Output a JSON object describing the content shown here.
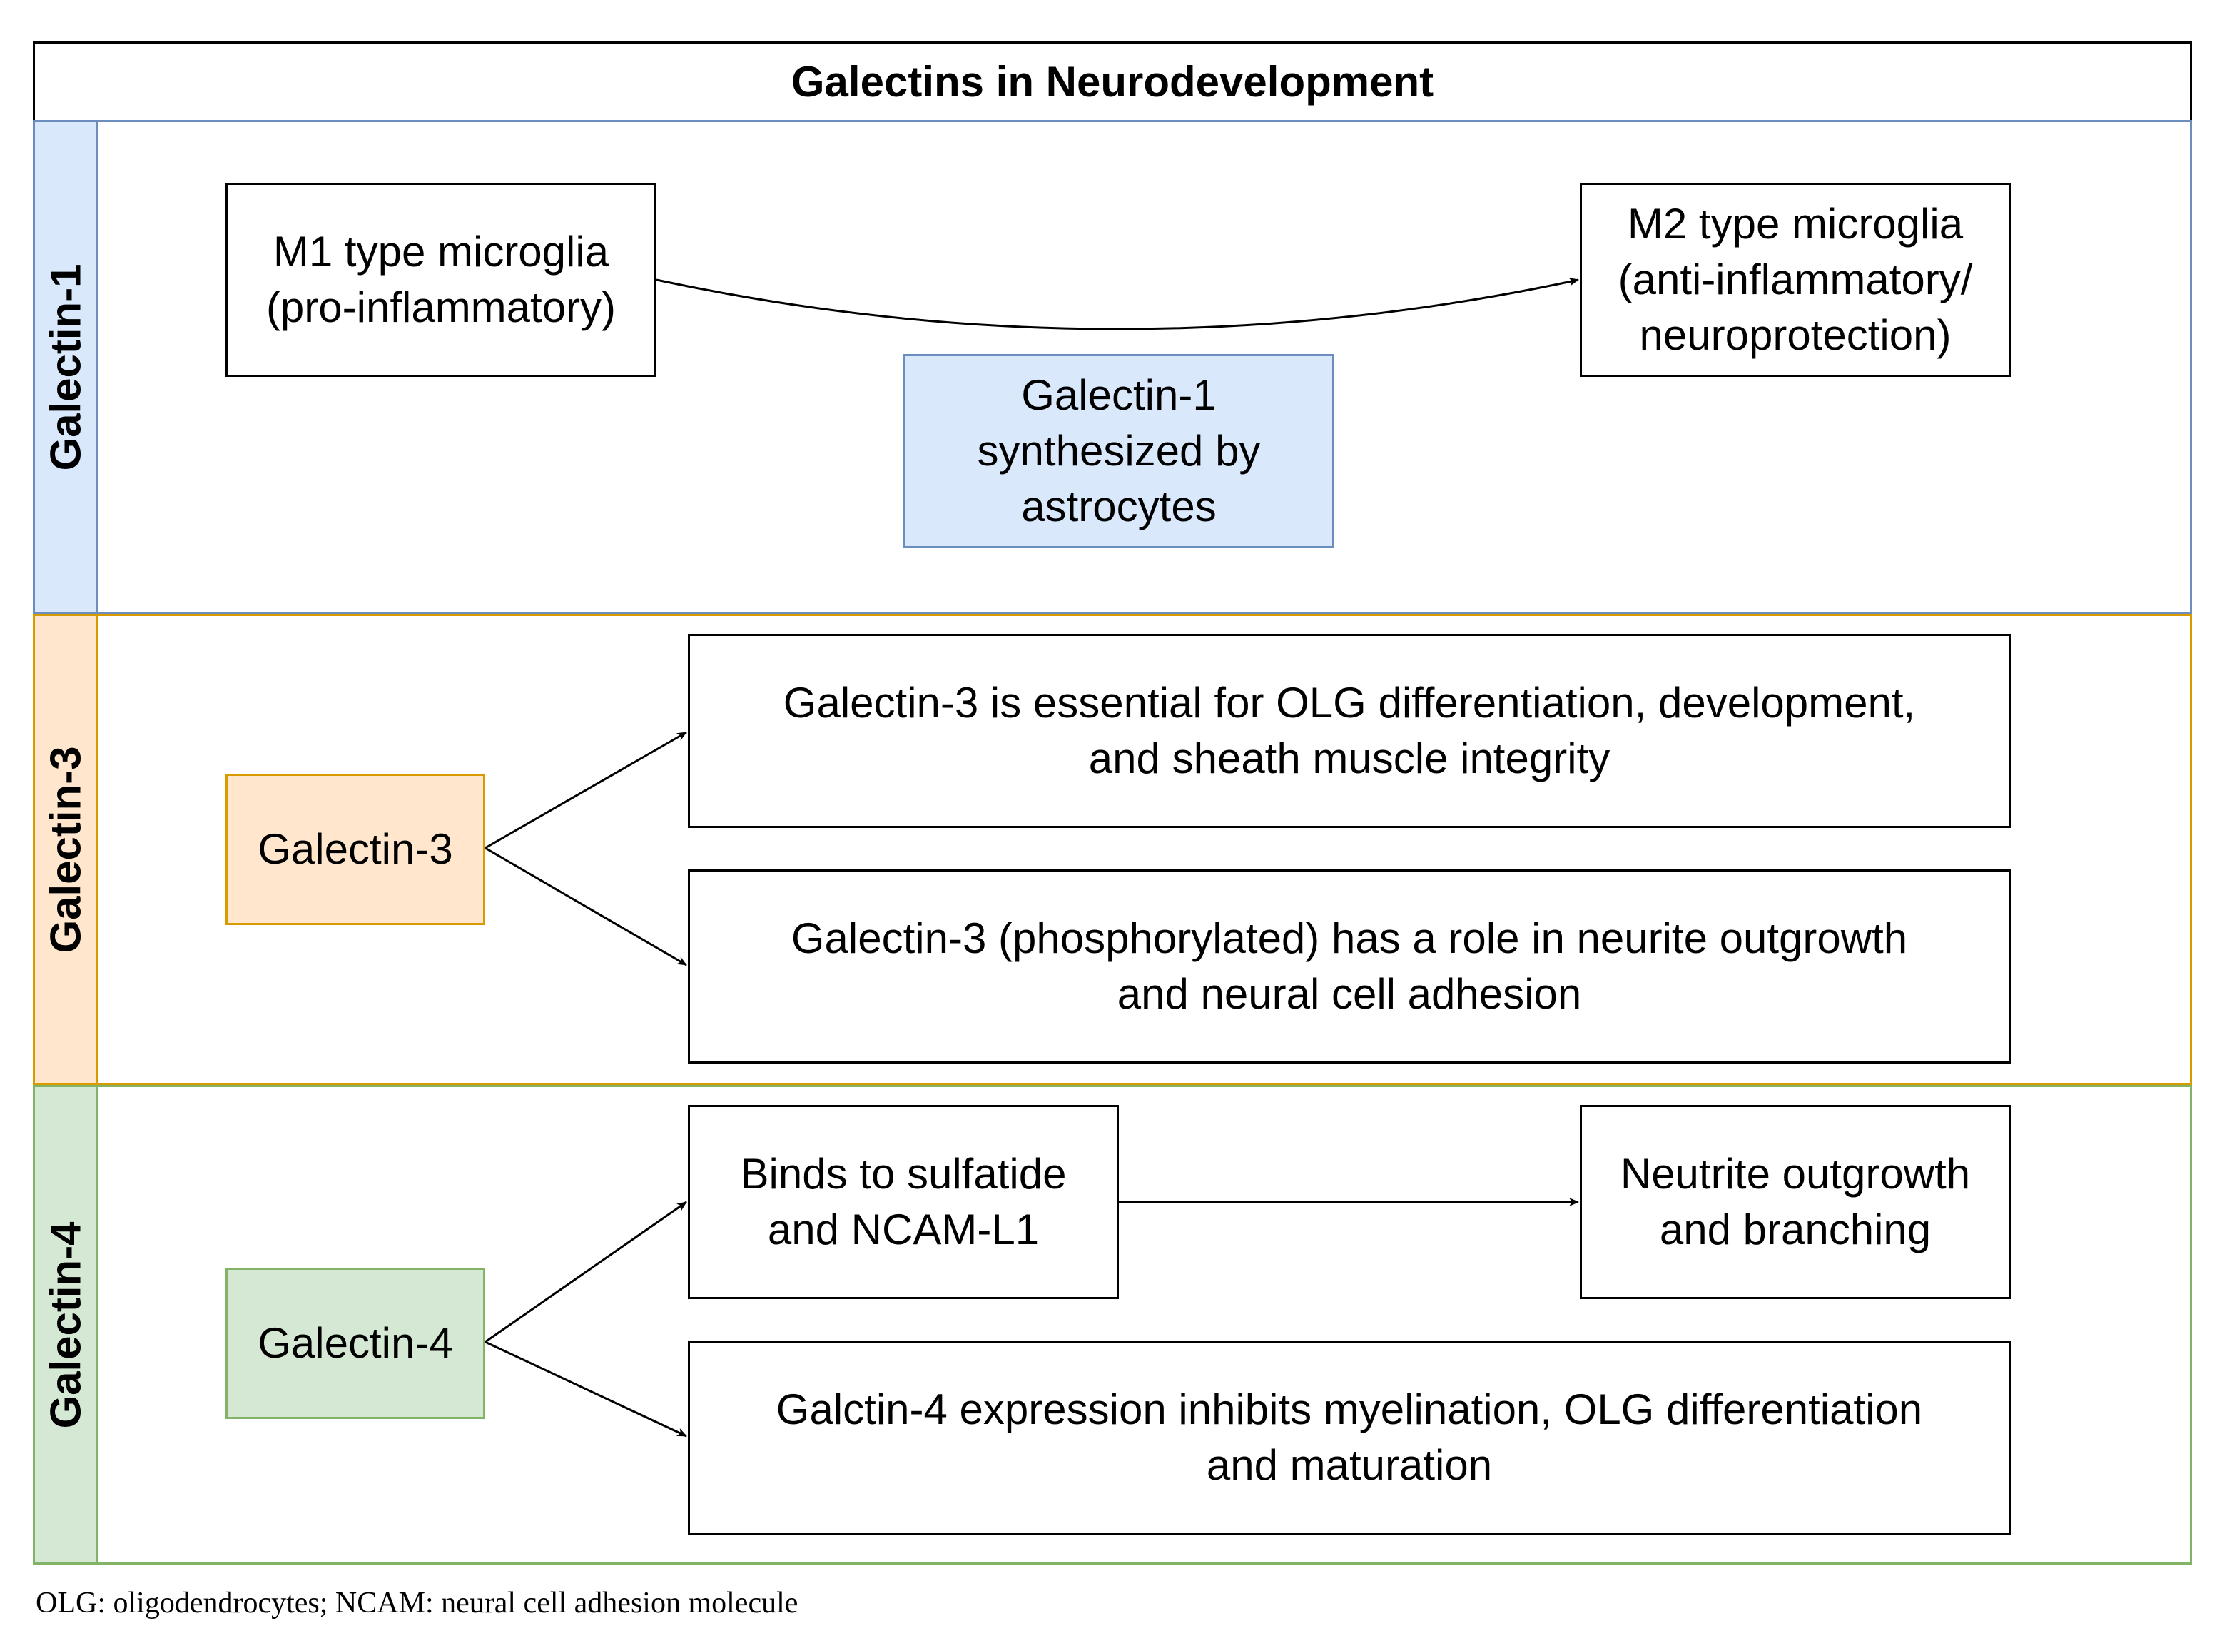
{
  "title": "Galectins in Neurodevelopment",
  "colors": {
    "galectin1_fill": "#dae8fc",
    "galectin1_stroke": "#6c8ebf",
    "galectin3_fill": "#ffe6cc",
    "galectin3_stroke": "#d79b00",
    "galectin4_fill": "#d5e8d4",
    "galectin4_stroke": "#82b366"
  },
  "lanes": [
    {
      "label": "Galectin-1",
      "nodes": {
        "m1": "M1 type microglia\n(pro-inflammatory)",
        "m2": "M2 type microglia\n(anti-inflammatory/\nneuroprotection)",
        "source": "Galectin-1\nsynthesized by\nastrocytes"
      }
    },
    {
      "label": "Galectin-3",
      "nodes": {
        "source": "Galectin-3",
        "olg": "Galectin-3 is essential for OLG differentiation, development,\nand sheath muscle integrity",
        "phospho": "Galectin-3 (phosphorylated) has a role in neurite outgrowth\nand neural cell adhesion"
      }
    },
    {
      "label": "Galectin-4",
      "nodes": {
        "source": "Galectin-4",
        "binds": "Binds to sulfatide\nand NCAM-L1",
        "outgrowth": "Neutrite outgrowth\nand branching",
        "inhibits": "Galctin-4 expression inhibits myelination, OLG differentiation\nand maturation"
      }
    }
  ],
  "footnote": "OLG: oligodendrocytes; NCAM: neural cell adhesion molecule"
}
